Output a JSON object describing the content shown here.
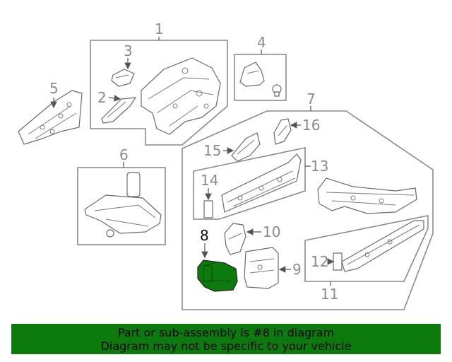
{
  "callouts": {
    "c1": "1",
    "c2": "2",
    "c3": "3",
    "c4": "4",
    "c5": "5",
    "c6": "6",
    "c7": "7",
    "c8": "8",
    "c9": "9",
    "c10": "10",
    "c11": "11",
    "c12": "12",
    "c13": "13",
    "c14": "14",
    "c15": "15",
    "c16": "16"
  },
  "highlight": {
    "part_number": "8",
    "color": "#0c7a0c"
  },
  "banner": {
    "line1": "Part or sub-assembly is #8 in diagram",
    "line2": "Diagram may not be specific to your vehicle",
    "color": "#0c7a0c"
  }
}
